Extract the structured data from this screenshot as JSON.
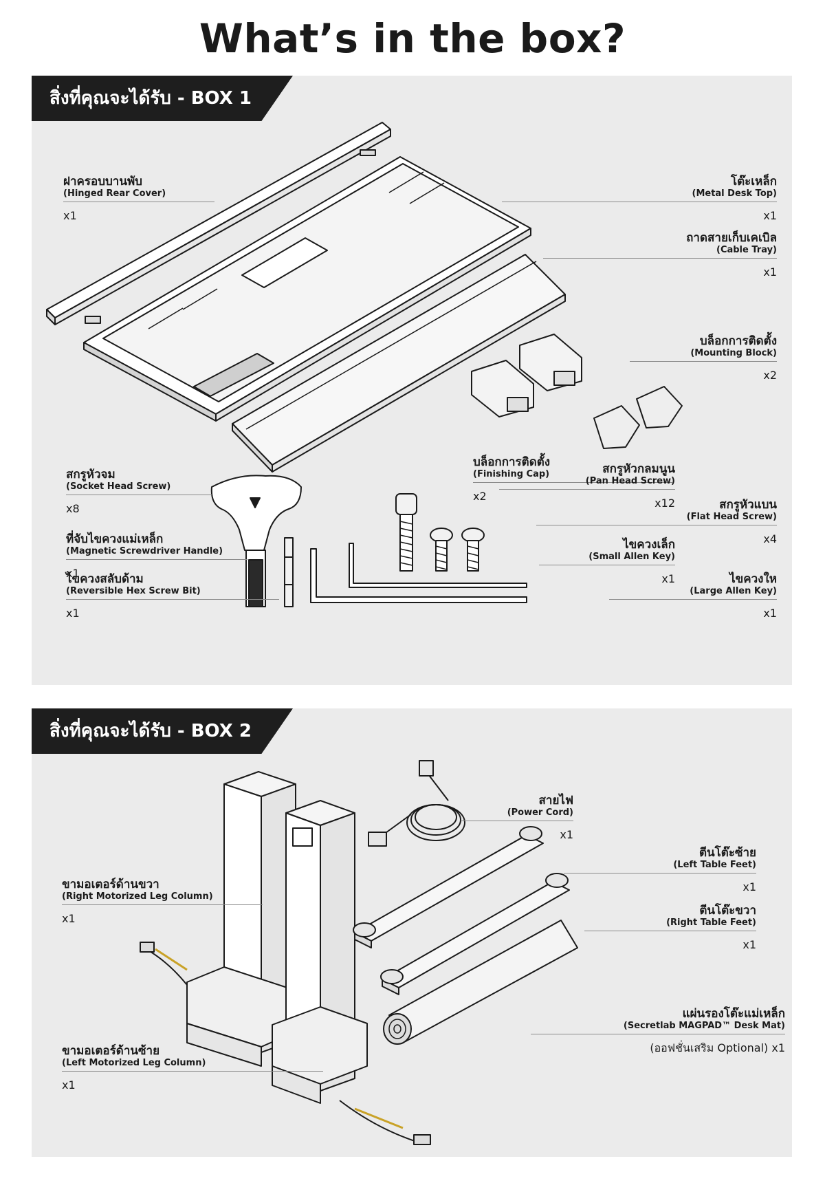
{
  "title": "What’s in the box?",
  "box1": {
    "header": "สิ่งที่คุณจะได้รับ - BOX 1",
    "items": [
      {
        "th": "ฝาครอบบานพับ",
        "en": "(Hinged Rear Cover)",
        "qty": "x1"
      },
      {
        "th": "โต๊ะเหล็ก",
        "en": "(Metal Desk Top)",
        "qty": "x1"
      },
      {
        "th": "ถาดสายเก็บเคเบิล",
        "en": "(Cable Tray)",
        "qty": "x1"
      },
      {
        "th": "บล็อกการติดตั้ง",
        "en": "(Mounting Block)",
        "qty": "x2"
      },
      {
        "th": "บล็อกการติดตั้ง",
        "en": "(Finishing Cap)",
        "qty": "x2"
      },
      {
        "th": "สกรูหัวจม",
        "en": "(Socket Head Screw)",
        "qty": "x8"
      },
      {
        "th": "สกรูหัวกลมนูน",
        "en": "(Pan Head Screw)",
        "qty": "x12"
      },
      {
        "th": "สกรูหัวแบน",
        "en": "(Flat Head Screw)",
        "qty": "x4"
      },
      {
        "th": "ที่จับไขควงแม่เหล็ก",
        "en": "(Magnetic Screwdriver Handle)",
        "qty": "x1"
      },
      {
        "th": "ไขควงเล็ก",
        "en": "(Small Allen Key)",
        "qty": "x1"
      },
      {
        "th": "ไขควงสลับด้าม",
        "en": "(Reversible Hex Screw Bit)",
        "qty": "x1"
      },
      {
        "th": "ไขควงให",
        "en": "(Large Allen Key)",
        "qty": "x1"
      }
    ]
  },
  "box2": {
    "header": "สิ่งที่คุณจะได้รับ - BOX 2",
    "items": [
      {
        "th": "สายไฟ",
        "en": "(Power Cord)",
        "qty": "x1"
      },
      {
        "th": "ตีนโต๊ะซ้าย",
        "en": "(Left Table Feet)",
        "qty": "x1"
      },
      {
        "th": "ขามอเตอร์ด้านขวา",
        "en": "(Right Motorized Leg Column)",
        "qty": "x1"
      },
      {
        "th": "ตีนโต๊ะขวา",
        "en": "(Right Table Feet)",
        "qty": "x1"
      },
      {
        "th": "แผ่นรองโต๊ะแม่เหล็ก",
        "en": "(Secretlab MAGPAD™ Desk Mat)",
        "qty": "(ออฟชั่นเสริม Optional) x1"
      },
      {
        "th": "ขามอเตอร์ด้านซ้าย",
        "en": "(Left Motorized Leg Column)",
        "qty": "x1"
      }
    ]
  }
}
